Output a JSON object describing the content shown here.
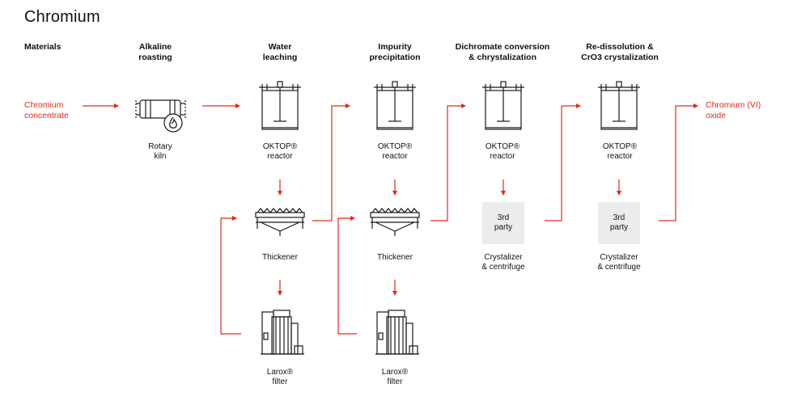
{
  "title": "Chromium",
  "stages": [
    {
      "header": "Materials"
    },
    {
      "header": "Alkaline\nroasting"
    },
    {
      "header": "Water\nleaching"
    },
    {
      "header": "Impurity\nprecipitation"
    },
    {
      "header": "Dichromate conversion\n& chrystalization"
    },
    {
      "header": "Re-dissolution &\nCrO3 crystalization"
    }
  ],
  "input_label": "Chromium\nconcentrate",
  "output_label": "Chromium (VI)\noxide",
  "equipment": {
    "kiln": "Rotary\nkiln",
    "reactor1": "OKTOP®\nreactor",
    "reactor2": "OKTOP®\nreactor",
    "reactor3": "OKTOP®\nreactor",
    "reactor4": "OKTOP®\nreactor",
    "thickener1": "Thickener",
    "thickener2": "Thickener",
    "filter1": "Larox®\nfilter",
    "filter2": "Larox®\nfilter",
    "crystalizer1": "Crystalizer\n& centrifuge",
    "crystalizer2": "Crystalizer\n& centrifuge",
    "third_party1": "3rd\nparty",
    "third_party2": "3rd\nparty"
  },
  "colors": {
    "accent": "#e02a1a",
    "line": "#1a1a1a",
    "box": "#ececec"
  }
}
